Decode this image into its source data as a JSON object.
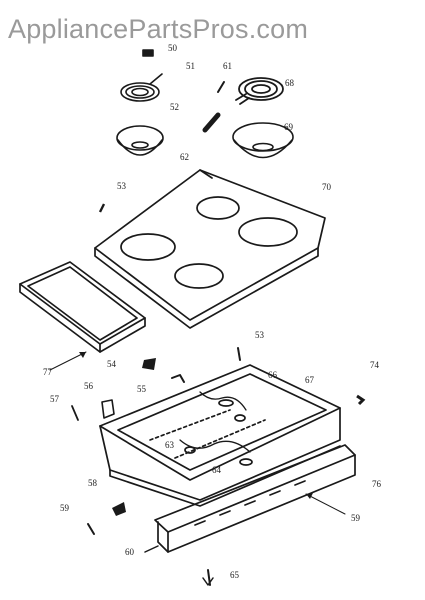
{
  "watermark": "AppliancePartsPros.com",
  "part_labels": [
    "50",
    "51",
    "61",
    "68",
    "52",
    "69",
    "62",
    "53",
    "70",
    "77",
    "53",
    "54",
    "55",
    "66",
    "67",
    "74",
    "56",
    "57",
    "63",
    "64",
    "58",
    "76",
    "59",
    "59",
    "60",
    "65"
  ]
}
